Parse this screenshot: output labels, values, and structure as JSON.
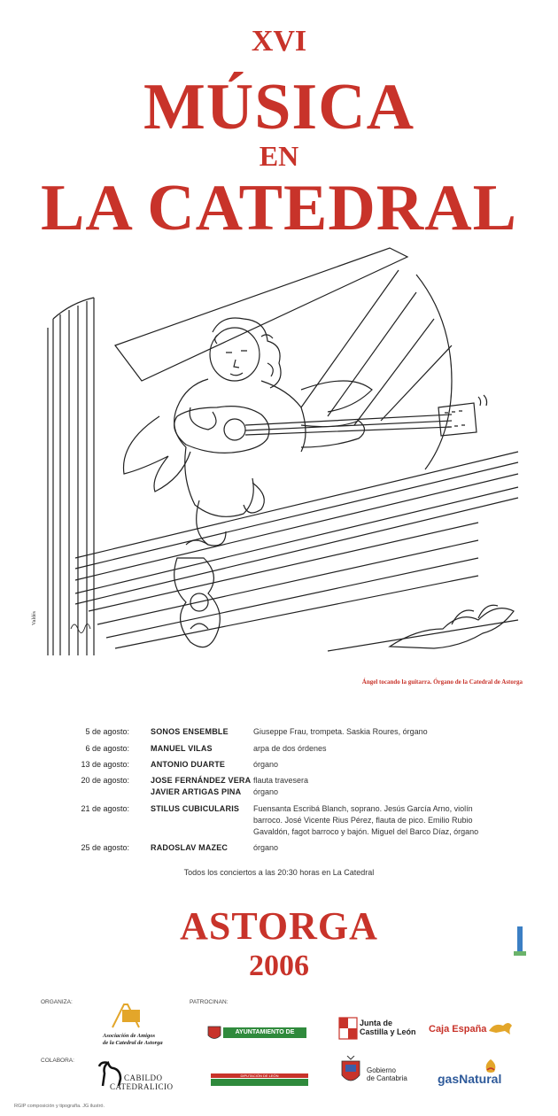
{
  "header": {
    "edition": "XVI",
    "line1": "MÚSICA",
    "line2": "EN",
    "line3": "LA CATEDRAL"
  },
  "illustration": {
    "caption": "Ángel tocando la guitarra. Órgano de la Catedral de Astorga",
    "signature": "Valdés",
    "icon": "angel-guitar-drawing"
  },
  "schedule": [
    {
      "date": "5 de agosto:",
      "performer": "SONOS ENSEMBLE",
      "details": "Giuseppe Frau, trompeta. Saskia Roures, órgano"
    },
    {
      "date": "6 de agosto:",
      "performer": "MANUEL VILAS",
      "details": "arpa de dos órdenes"
    },
    {
      "date": "13 de agosto:",
      "performer": "ANTONIO DUARTE",
      "details": "órgano"
    },
    {
      "date": "20 de agosto:",
      "performer": "JOSE FERNÁNDEZ VERA",
      "details": "flauta travesera"
    },
    {
      "date": "",
      "performer": "JAVIER ARTIGAS PINA",
      "details": "órgano"
    },
    {
      "date": "21 de agosto:",
      "performer": "STILUS CUBICULARIS",
      "details": "Fuensanta Escribá Blanch, soprano. Jesús García Arno, violín barroco. José Vicente Rius Pérez, flauta de pico. Emilio Rubio Gavaldón, fagot barroco y bajón. Miguel del Barco Díaz, órgano"
    },
    {
      "date": "25 de agosto:",
      "performer": "RADOSLAV MAZEC",
      "details": "órgano"
    }
  ],
  "note": "Todos los conciertos a las 20:30 horas en La Catedral",
  "footer": {
    "city": "ASTORGA",
    "year": "2006",
    "organiza_label": "ORGANIZA:",
    "patrocinan_label": "PATROCINAN:",
    "colabora_label": "COLABORA:",
    "credit": "RGIP composición y tipografía. JG ilustró."
  },
  "logos": {
    "asociacion_line1": "Asociación de Amigos",
    "asociacion_line2": "de la Catedral de Astorga",
    "ayuntamiento": "AYUNTAMIENTO DE ASTORGA",
    "diputacion": "DIPUTACIÓN DE LEÓN",
    "junta_line1": "Junta de",
    "junta_line2": "Castilla y León",
    "gobierno_line1": "Gobierno",
    "gobierno_line2": "de Cantabria",
    "caja": "Caja España",
    "gas": "gasNatural",
    "cabildo_line1": "CABILDO",
    "cabildo_line2": "CATEDRALICIO"
  },
  "colors": {
    "accent": "#c8332a",
    "ink": "#222222",
    "gold": "#e3a62a"
  }
}
